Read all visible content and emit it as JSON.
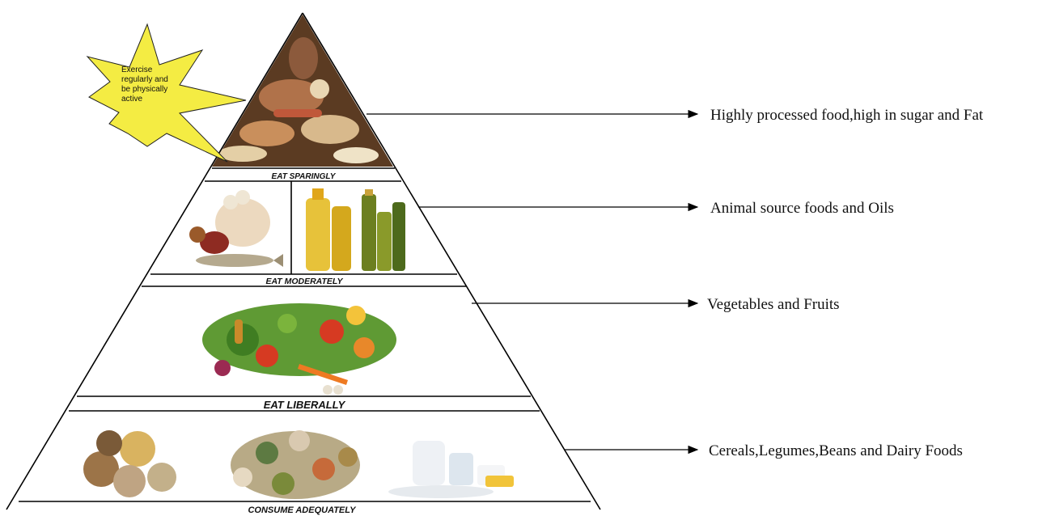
{
  "star_note": {
    "lines": [
      "Exercise",
      "regularly and",
      "be physically",
      "active"
    ],
    "color": "#f4ec43"
  },
  "tiers": [
    {
      "band_label": "EAT SPARINGLY",
      "description": "Highly processed food,high in sugar and Fat",
      "icons": [
        "sausage-icon",
        "bread-icon",
        "snack-icon"
      ]
    },
    {
      "band_label": "EAT MODERATELY",
      "description": "Animal source foods and Oils",
      "icons": [
        "meat-icon",
        "egg-icon",
        "fish-icon",
        "oil-bottle-icon"
      ]
    },
    {
      "band_label": "EAT LIBERALLY",
      "description": "Vegetables and Fruits",
      "icons": [
        "vegetables-icon",
        "fruits-icon"
      ]
    },
    {
      "band_label": "CONSUME ADEQUATELY",
      "description": "Cereals,Legumes,Beans and Dairy Foods",
      "icons": [
        "grain-icon",
        "legume-sack-icon",
        "milk-jug-icon"
      ]
    }
  ],
  "colors": {
    "outline": "#000000",
    "text": "#111111"
  }
}
